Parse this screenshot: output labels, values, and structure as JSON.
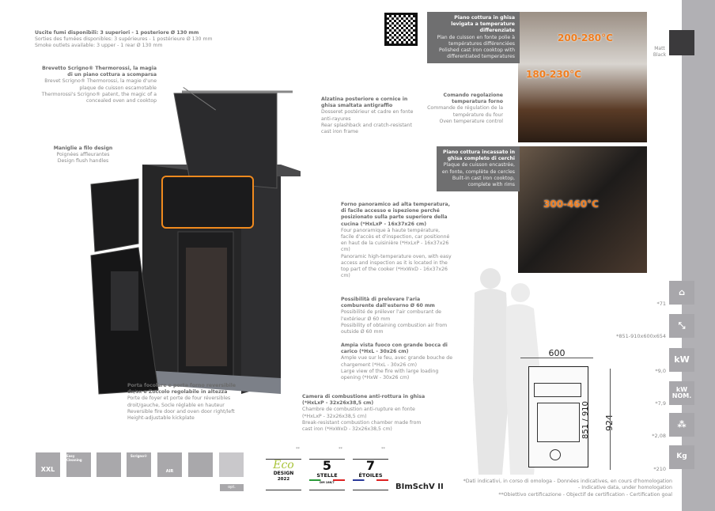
{
  "smoke_outlets": {
    "it": "Uscite fumi disponibili: 3 superiori - 1 posteriore Ø 130 mm",
    "fr": "Sorties des fumées disponibles: 3 supérieures - 1 postérieure Ø 130 mm",
    "en": "Smoke outlets available: 3 upper - 1 rear Ø 130 mm"
  },
  "callouts": {
    "scrigno": {
      "it": "Brevetto Scrigno® Thermorossi, la magia di un piano cottura a scomparsa",
      "fr": "Brevet Scrigno® Thermorossi, la magie d'une plaque de cuisson escamotable",
      "en": "Thermorossi's Scrigno® patent, the magic of a concealed oven and cooktop"
    },
    "handles": {
      "it": "Maniglie a filo design",
      "fr": "Poignées affleurantes",
      "en": "Design flush handles"
    },
    "splashback": {
      "it": "Alzatina posteriore e cornice in ghisa smaltata antigraffio",
      "fr": "Dosseret postérieur et cadre en fonte anti-rayures",
      "en": "Rear splashback and cratch-resistant cast iron frame"
    },
    "cooktop_polished": {
      "it": "Piano cottura in ghisa levigata a temperature differenziate",
      "fr": "Plan de cuisson en fonte polie à températures différenciées",
      "en": "Polished cast iron cooktop with differentiated temperatures"
    },
    "oven_control": {
      "it": "Comando regolazione temperatura forno",
      "fr": "Commande de régulation de la température du four",
      "en": "Oven temperature control"
    },
    "cooktop_builtin": {
      "it": "Piano cottura incassato in ghisa completo di cerchi",
      "fr": "Plaque de cuisson encastrée, en fonte, complète de cercles",
      "en": "Built-in cast iron cooktop, complete with rims"
    },
    "oven": {
      "it": "Forno panoramico ad alta temperatura, di facile accesso e ispezione perché posizionato sulla parte superiore della cucina (*HxLxP - 16x37x26 cm)",
      "fr": "Four panoramique à haute température, facile d'accès et d'inspection, car positionné en haut de la cuisinière (*HxLxP - 16x37x26 cm)",
      "en": "Panoramic high-temperature oven, with easy access and inspection as it is located in the top part of the cooker (*HxWxD - 16x37x26 cm)"
    },
    "air": {
      "it": "Possibilità di prelevare l'aria comburente dall'esterno Ø 60 mm",
      "fr": "Possibilité de prélever l'air comburant de l'extérieur Ø 60 mm",
      "en": "Possibility of obtaining combustion air from outside Ø 60 mm"
    },
    "fire_view": {
      "it": "Ampia vista fuoco con grande bocca di carico (*HxL - 30x26 cm)",
      "fr": "Ample vue sur le feu, avec grande bouche de chargement (*HxL - 30x26 cm)",
      "en": "Large view of the fire with large loading opening (*HxW - 30x26 cm)"
    },
    "chamber": {
      "it": "Camera di combustione anti-rottura in ghisa (*HxLxP - 32x26x38,5 cm)",
      "fr": "Chambre de combustion anti-rupture en fonte (*HxLxP - 32x26x38,5 cm)",
      "en": "Break-resistant combustion chamber made from cast iron (*HxWxD - 32x26x38,5 cm)"
    },
    "doors": {
      "it": "Porta focolare e porta forno reversibile dx/sx e Zoccolo regolabile in altezza",
      "fr": "Porte de foyer et porte de four réversibles droit/gauche, Socle réglable en hauteur",
      "en": "Reversible fire door and oven door right/left Height-adjustable kickplate"
    }
  },
  "temperatures": {
    "high": "200-280°C",
    "low": "180-230°C",
    "builtin": "300-460°C"
  },
  "color_swatch": {
    "label": "Matt Black",
    "hex": "#3b3a3c"
  },
  "specs": [
    {
      "icon": "house-volume-icon",
      "value": "*71"
    },
    {
      "icon": "dimensions-icon",
      "value": "*851-910x600x654"
    },
    {
      "icon": "power-flame-icon",
      "label": "kW",
      "value": "*9,0"
    },
    {
      "icon": "nominal-power-icon",
      "label": "kW NOM.",
      "value": "*7,9"
    },
    {
      "icon": "wood-consumption-icon",
      "value": "*2,08"
    },
    {
      "icon": "weight-icon",
      "label": "Kg",
      "value": "*210"
    }
  ],
  "drawing": {
    "width": "600",
    "height_range": "851 / 910",
    "height_total": "924"
  },
  "feature_icons": [
    {
      "icon": "elephant-xxl-icon",
      "label": "XXL"
    },
    {
      "icon": "easy-cleaning-icon",
      "label": "Easy Cleaning"
    },
    {
      "icon": "touch-glass-icon",
      "label": ""
    },
    {
      "icon": "scrigno-icon",
      "label": "Scrigno®"
    },
    {
      "icon": "primary-air-icon",
      "label": "AIR"
    },
    {
      "icon": "italy-map-icon",
      "label": ""
    },
    {
      "icon": "reversible-door-icon",
      "label": ""
    }
  ],
  "opt_label": "opt.",
  "certifications": [
    {
      "name": "Eco",
      "sub": "DESIGN",
      "year": "2022",
      "mark": "**"
    },
    {
      "name": "5",
      "sub": "STELLE",
      "note": "DM 186/7",
      "mark": "**"
    },
    {
      "name": "7",
      "sub": "ÉTOILES",
      "mark": "**"
    }
  ],
  "bimschv": "BImSchV II",
  "footnotes": {
    "line1": "*Dati indicativi, in corso di omologa - Données indicatives, en cours d'homologation",
    "line2": "- Indicative data, under homologation",
    "line3": "**Obiettivo certificazione - Objectif de certification - Certification goal"
  }
}
